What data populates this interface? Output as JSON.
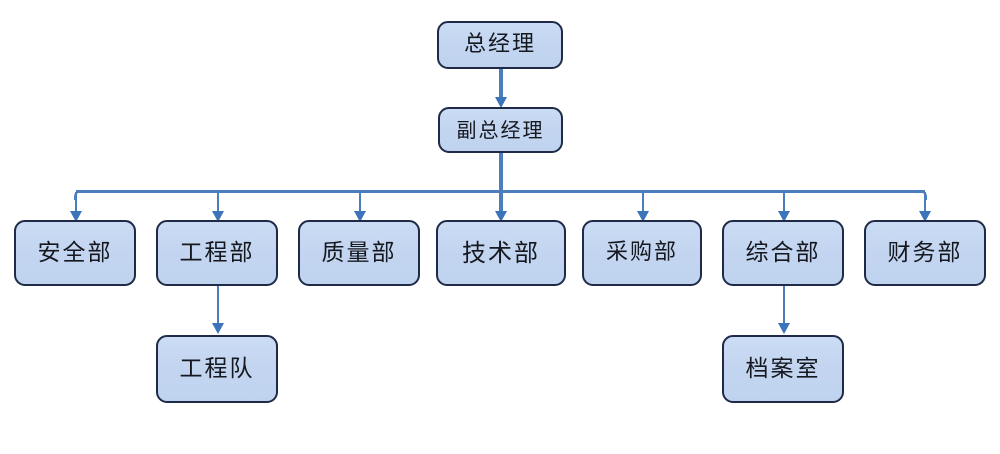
{
  "diagram": {
    "type": "org-chart",
    "title_text": "",
    "background_color": "#FFFFFF",
    "node_fill_color": "#C3D5F0",
    "node_border_color": "#1F2A47",
    "connector_color": "#4A7EBC",
    "text_color": "#15181F",
    "levels": [
      {
        "level": 1,
        "nodes": [
          {
            "id": "gm",
            "label": "总经理"
          }
        ]
      },
      {
        "level": 2,
        "nodes": [
          {
            "id": "dgm",
            "label": "副总经理"
          }
        ]
      },
      {
        "level": 3,
        "nodes": [
          {
            "id": "safety",
            "label": "安全部"
          },
          {
            "id": "engineering",
            "label": "工程部"
          },
          {
            "id": "quality",
            "label": "质量部"
          },
          {
            "id": "technology",
            "label": "技术部"
          },
          {
            "id": "procurement",
            "label": "采购部"
          },
          {
            "id": "general_affairs",
            "label": "综合部"
          },
          {
            "id": "finance",
            "label": "财务部"
          }
        ]
      },
      {
        "level": 4,
        "nodes": [
          {
            "id": "eng_team",
            "label": "工程队"
          },
          {
            "id": "archives",
            "label": "档案室"
          }
        ]
      }
    ],
    "edges": [
      {
        "from": "gm",
        "to": "dgm"
      },
      {
        "from": "dgm",
        "to": "safety"
      },
      {
        "from": "dgm",
        "to": "engineering"
      },
      {
        "from": "dgm",
        "to": "quality"
      },
      {
        "from": "dgm",
        "to": "technology"
      },
      {
        "from": "dgm",
        "to": "procurement"
      },
      {
        "from": "dgm",
        "to": "general_affairs"
      },
      {
        "from": "dgm",
        "to": "finance"
      },
      {
        "from": "engineering",
        "to": "eng_team"
      },
      {
        "from": "general_affairs",
        "to": "archives"
      }
    ]
  }
}
